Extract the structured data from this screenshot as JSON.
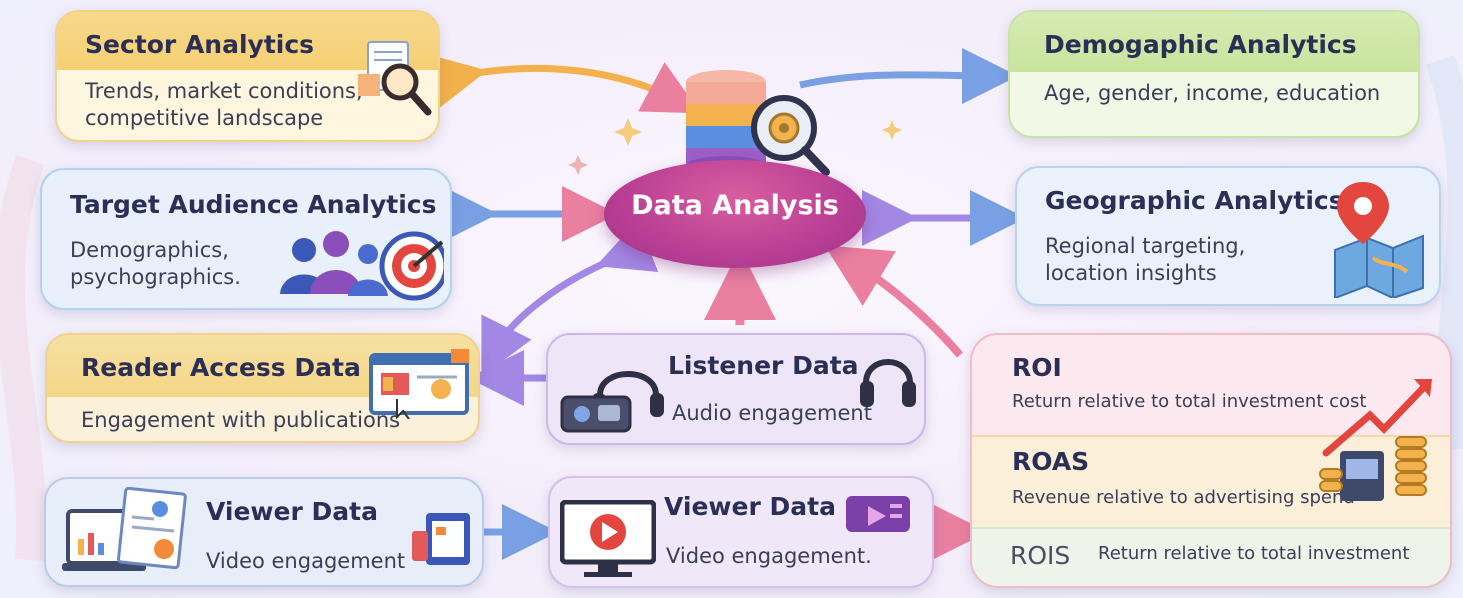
{
  "center": {
    "label": "Data Analysis"
  },
  "cards": {
    "sector": {
      "title": "Sector Analytics",
      "body": "Trends, market conditions, competitive landscape"
    },
    "demographic": {
      "title": "Demogaphic Analytics",
      "body": "Age, gender, income, education"
    },
    "target": {
      "title": "Target Audience Analytics",
      "body": "Demographics, psychographics."
    },
    "geographic": {
      "title": "Geographic Analytics",
      "body": "Regional targeting, location insights"
    },
    "reader": {
      "title": "Reader Access Data",
      "body": "Engagement with publications"
    },
    "listener": {
      "title": "Listener Data",
      "body": "Audio engagement"
    },
    "viewer1": {
      "title": "Viewer Data",
      "body": "Video engagement"
    },
    "viewer2": {
      "title": "Viewer Data",
      "body": "Video engagement."
    }
  },
  "roi_panel": {
    "roi": {
      "title": "ROI",
      "body": "Return relative to total investment cost"
    },
    "roas": {
      "title": "ROAS",
      "body": "Revenue relative to advertising spend"
    },
    "rois": {
      "title": "ROIS",
      "body": "Return relative to total investment"
    }
  },
  "colors": {
    "center": "#b93e94",
    "arrow_orange": "#f2b14c",
    "arrow_blue": "#6f96e0",
    "arrow_purple": "#9b7be0",
    "arrow_pink": "#e87a9c"
  },
  "icons": [
    "magnifier-document-icon",
    "database-gear-icon",
    "audience-target-icon",
    "map-pin-icon",
    "publication-screen-icon",
    "headphones-recorder-icon",
    "laptop-report-icon",
    "video-player-icon",
    "growth-coins-icon"
  ]
}
